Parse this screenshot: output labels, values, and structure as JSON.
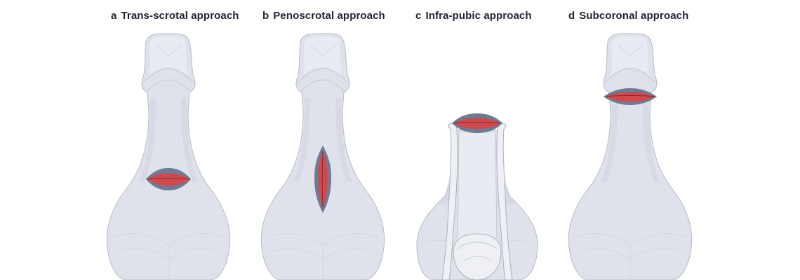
{
  "colors": {
    "skin": "#dfe2ea",
    "skin_outline": "#b4bac8",
    "incision_edge": "#6f7a94",
    "incision_wound": "#cf4a4e",
    "label_text": "#1f2430"
  },
  "panels": [
    {
      "letter": "a",
      "title": "Trans-scrotal approach",
      "incision": "horizontal, mid scrotum"
    },
    {
      "letter": "b",
      "title": "Penoscrotal approach",
      "incision": "vertical, penoscrotal junction"
    },
    {
      "letter": "c",
      "title": "Infra-pubic approach",
      "incision": "horizontal, infrapubic, with retracted skin"
    },
    {
      "letter": "d",
      "title": "Subcoronal approach",
      "incision": "horizontal, below glans"
    }
  ]
}
